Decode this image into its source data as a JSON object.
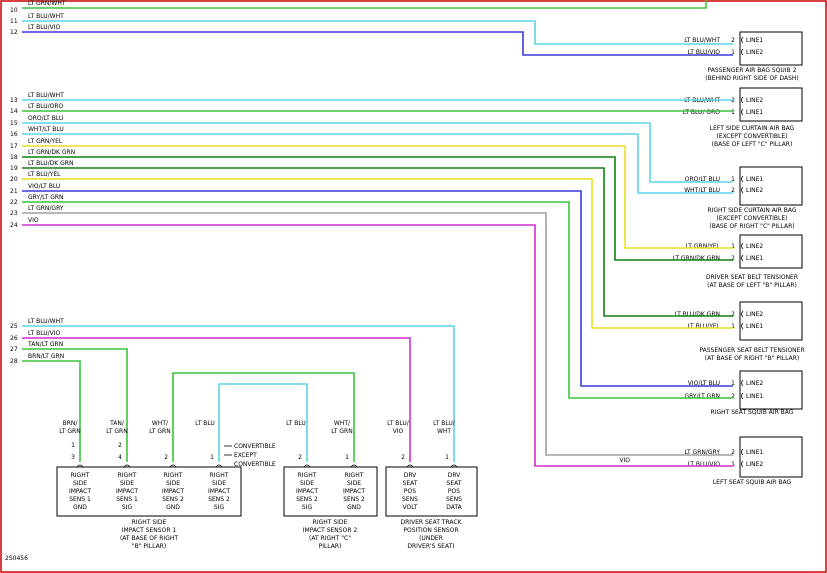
{
  "frame_color": "#cc0000",
  "pins_left": [
    "10",
    "11",
    "12",
    "13",
    "14",
    "15",
    "16",
    "17",
    "18",
    "19",
    "20",
    "21",
    "22",
    "23",
    "24"
  ],
  "pins_bottom": [
    "25",
    "26",
    "27",
    "28"
  ],
  "wire_labels_top": [
    "LT GRN/WHT",
    "LT BLU/WHT",
    "LT BLU/VIO"
  ],
  "wire_labels_mid": [
    "LT BLU/WHT",
    "LT BLU/ORO",
    "ORO/LT BLU",
    "WHT/LT BLU",
    "LT GRN/YEL",
    "LT GRN/DK GRN",
    "LT BLU/DK GRN",
    "LT BLU/YEL",
    "VIO/LT BLU",
    "GRY/LT GRN",
    "LT GRN/GRY",
    "VIO"
  ],
  "wire_labels_bottom": [
    "LT BLU/WHT",
    "LT BLU/VIO",
    "TAN/LT GRN",
    "BRN/LT GRN"
  ],
  "components": [
    {
      "pin_labels": [
        "2",
        "1"
      ],
      "lines": [
        "LINE1",
        "LINE2"
      ],
      "wire_labels": [
        "LT BLU/WHT",
        "LT BLU/VIO"
      ],
      "caption": [
        "PASSENGER AIR BAG SQUIB 2",
        "(BEHIND RIGHT SIDE OF DASH)"
      ]
    },
    {
      "pin_labels": [
        "2",
        "1"
      ],
      "lines": [
        "LINE2",
        "LINE1"
      ],
      "wire_labels": [
        "LT BLU/WHT",
        "LT BLU/ ORO"
      ],
      "caption": [
        "LEFT SIDE CURTAIN AIR BAG",
        "(EXCEPT CONVERTIBLE)",
        "(BASE OF LEFT \"C\" PILLAR)"
      ]
    },
    {
      "pin_labels": [
        "1",
        "2"
      ],
      "lines": [
        "LINE1",
        "LINE2"
      ],
      "wire_labels": [
        "ORO/LT BLU",
        "WHT/LT BLU"
      ],
      "caption": [
        "RIGHT SIDE CURTAIN AIR BAG",
        "(EXCEPT CONVERTIBLE)",
        "(BASE OF RIGHT \"C\" PILLAR)"
      ]
    },
    {
      "pin_labels": [
        "1",
        "2"
      ],
      "lines": [
        "LINE2",
        "LINE1"
      ],
      "wire_labels": [
        "LT GRN/YEL",
        "LT GRN/DK GRN"
      ],
      "caption": [
        "DRIVER SEAT BELT TENSIONER",
        "(AT BASE OF LEFT \"B\" PILLAR)"
      ]
    },
    {
      "pin_labels": [
        "2",
        "1"
      ],
      "lines": [
        "LINE2",
        "LINE1"
      ],
      "wire_labels": [
        "LT BLU/DK GRN",
        "LT BLU/YEL"
      ],
      "caption": [
        "PASSENGER SEAT BELT TENSIONER",
        "(AT BASE OF RIGHT \"B\" PILLAR)"
      ]
    },
    {
      "pin_labels": [
        "1",
        "2"
      ],
      "lines": [
        "LINE2",
        "LINE1"
      ],
      "wire_labels": [
        "VIO/LT BLU",
        "GRY/LT GRN"
      ],
      "caption": [
        "RIGHT SEAT SQUIB AIR BAG"
      ]
    },
    {
      "pin_labels": [
        "2",
        "1"
      ],
      "lines": [
        "LINE1",
        "LINE2"
      ],
      "wire_labels": [
        "LT GRN/GRY",
        "LT BLU/VIO"
      ],
      "caption": [
        "LEFT SEAT SQUIB AIR BAG"
      ]
    }
  ],
  "vio_label": "VIO",
  "vertical_wire_labels": [
    [
      "BRN/",
      "LT GRN"
    ],
    [
      "TAN/",
      "LT GRN"
    ],
    [
      "WHT/",
      "LT GRN"
    ],
    [
      "LT BLU"
    ],
    [
      "LT BLU"
    ],
    [
      "WHT/",
      "LT GRN"
    ],
    [
      "LT BLU/",
      "VIO"
    ],
    [
      "LT BLU/",
      "WHT"
    ]
  ],
  "convertible_notes": [
    "CONVERTIBLE",
    "EXCEPT",
    "CONVERTIBLE"
  ],
  "sensor_boxes": [
    {
      "pins": [
        [
          "1",
          "3"
        ],
        [
          "2",
          "4"
        ],
        [
          "2"
        ],
        [
          "1"
        ]
      ],
      "cols": [
        [
          "RIGHT",
          "SIDE",
          "IMPACT",
          "SENS 1",
          "GND"
        ],
        [
          "RIGHT",
          "SIDE",
          "IMPACT",
          "SENS 1",
          "SIG"
        ],
        [
          "RIGHT",
          "SIDE",
          "IMPACT",
          "SENS 2",
          "GND"
        ],
        [
          "RIGHT",
          "SIDE",
          "IMPACT",
          "SENS 2",
          "SIG"
        ]
      ],
      "caption": [
        "RIGHT SIDE",
        "IMPACT SENSOR 1",
        "(AT BASE OF RIGHT",
        "\"B\" PILLAR)"
      ]
    },
    {
      "pins": [
        [
          "2"
        ],
        [
          "1"
        ]
      ],
      "cols": [
        [
          "RIGHT",
          "SIDE",
          "IMPACT",
          "SENS 2",
          "SIG"
        ],
        [
          "RIGHT",
          "SIDE",
          "IMPACT",
          "SENS 2",
          "GND"
        ]
      ],
      "caption": [
        "RIGHT SIDE",
        "IMPACT SENSOR 2",
        "(AT RIGHT \"C\"",
        "PILLAR)"
      ]
    },
    {
      "pins": [
        [
          "2"
        ],
        [
          "1"
        ]
      ],
      "cols": [
        [
          "DRV",
          "SEAT",
          "POS",
          "SENS",
          "VOLT"
        ],
        [
          "DRV",
          "SEAT",
          "POS",
          "SENS",
          "DATA"
        ]
      ],
      "caption": [
        "DRIVER SEAT TRACK",
        "POSITION SENSOR",
        "(UNDER",
        "DRIVER'S SEAT)"
      ]
    }
  ],
  "figure_id": "2S0456",
  "wire_colors": {
    "lt_grn": "#3cc43c",
    "lt_blu": "#5cd6e8",
    "vio": "#d22bd2",
    "blue": "#3a3ae0",
    "yellow": "#e8e020",
    "dk_grn": "#108010",
    "gry": "#a0a0a0"
  }
}
